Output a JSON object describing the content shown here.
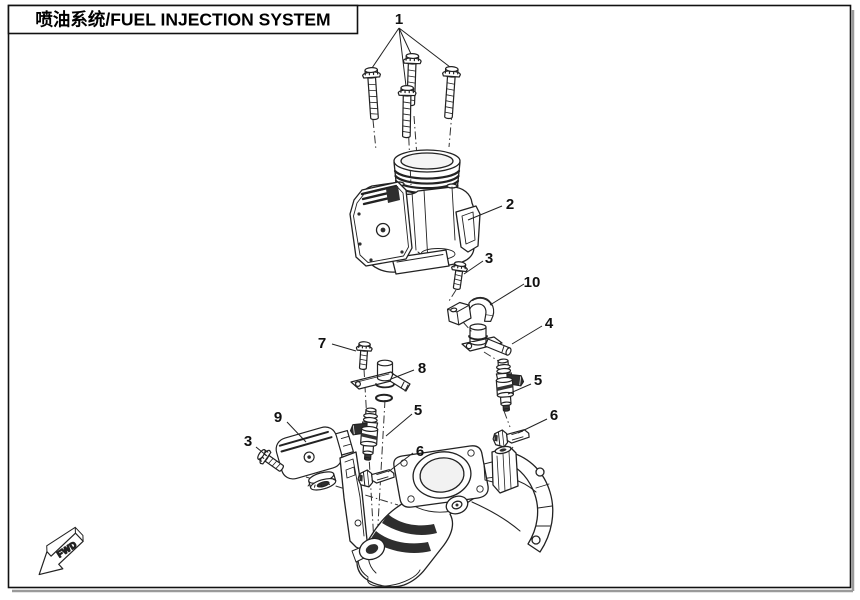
{
  "page": {
    "title": "喷油系统/FUEL INJECTION SYSTEM",
    "ink_color": "#1c1c1c",
    "paper_color": "#ffffff"
  },
  "diagram": {
    "fwd_label": "FWD",
    "callouts": [
      {
        "label": "1"
      },
      {
        "label": "2"
      },
      {
        "label": "3"
      },
      {
        "label": "10"
      },
      {
        "label": "4"
      },
      {
        "label": "5"
      },
      {
        "label": "6"
      },
      {
        "label": "7"
      },
      {
        "label": "8"
      },
      {
        "label": "5"
      },
      {
        "label": "6"
      },
      {
        "label": "9"
      },
      {
        "label": "3"
      }
    ]
  }
}
